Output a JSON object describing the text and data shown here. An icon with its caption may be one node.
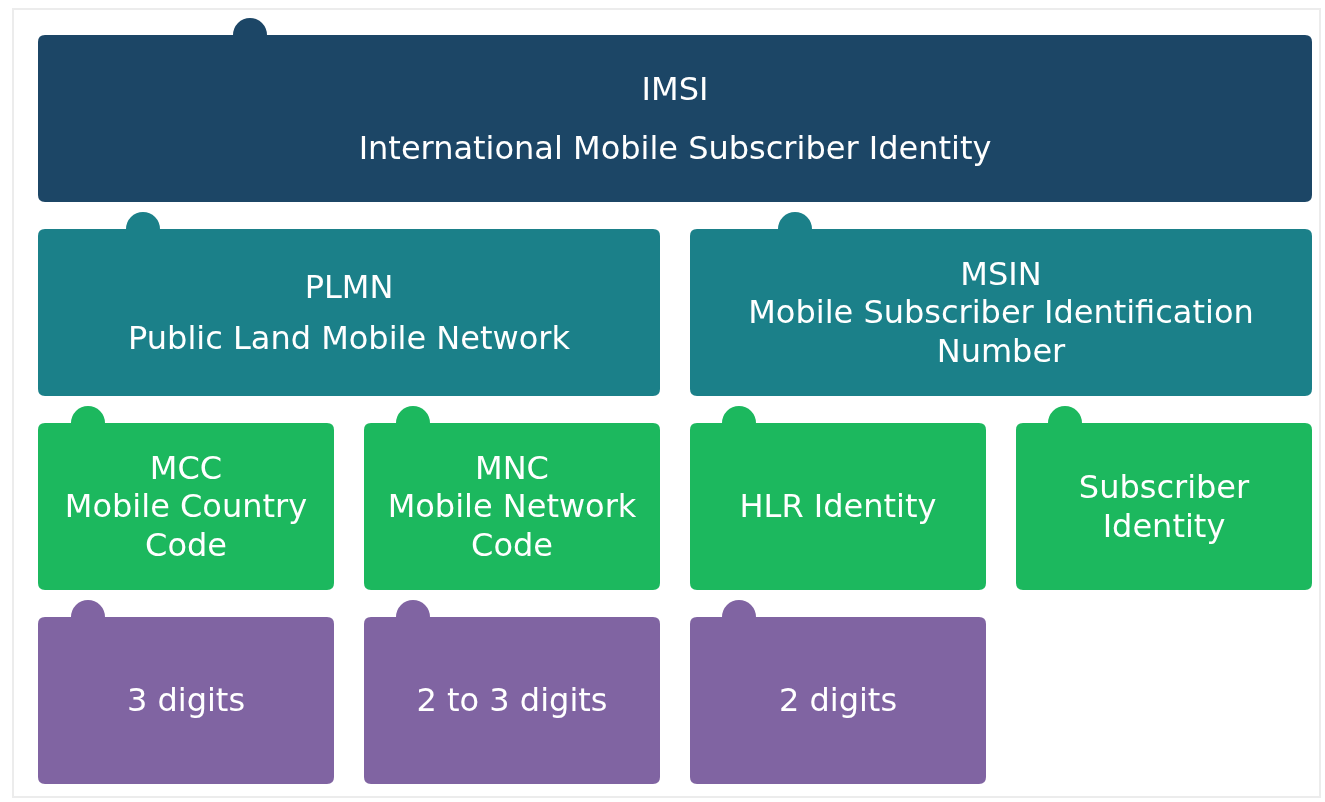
{
  "diagram": {
    "nodes": [
      {
        "text": [
          "IMSI",
          "International Mobile Subscriber Identity"
        ]
      },
      {
        "text": [
          "PLMN",
          "Public Land Mobile Network"
        ]
      },
      {
        "text": [
          "MSIN",
          "Mobile Subscriber Identification Number"
        ]
      },
      {
        "text": [
          "MCC",
          "Mobile Country Code"
        ]
      },
      {
        "text": [
          "MNC",
          "Mobile Network Code"
        ]
      },
      {
        "text": [
          "HLR Identity"
        ]
      },
      {
        "text": [
          "Subscriber Identity"
        ]
      },
      {
        "text": [
          "3 digits"
        ]
      },
      {
        "text": [
          "2 to 3 digits"
        ]
      },
      {
        "text": [
          "2 digits"
        ]
      }
    ]
  }
}
